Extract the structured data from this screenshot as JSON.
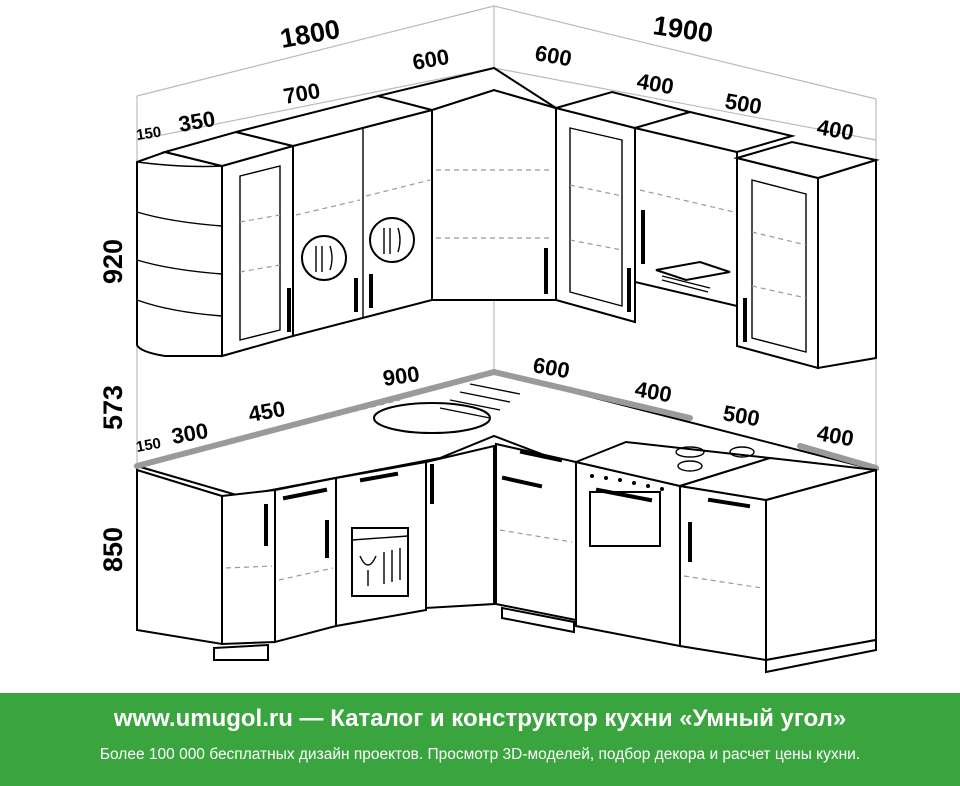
{
  "dimensions": {
    "wall_left_total": "1800",
    "wall_right_total": "1900",
    "upper_left_shelf_depth": "150",
    "upper_left_shelf_width": "350",
    "upper_left_double": "700",
    "upper_corner_left": "600",
    "upper_corner_right": "600",
    "upper_right_glass": "400",
    "upper_hood": "500",
    "upper_right_end": "400",
    "upper_height": "920",
    "gap_height": "573",
    "lower_height": "850",
    "lower_shelf_depth": "150",
    "lower_left_end": "300",
    "lower_left_door": "450",
    "lower_corner_sink": "900",
    "lower_corner_right": "600",
    "lower_right_cabinet": "400",
    "lower_stove": "500",
    "lower_right_end": "400"
  },
  "banner": {
    "title": "www.umugol.ru — Каталог и конструктор кухни «Умный угол»",
    "subtitle": "Более 100 000 бесплатных дизайн проектов. Просмотр 3D-моделей, подбор декора и расчет цены кухни."
  }
}
